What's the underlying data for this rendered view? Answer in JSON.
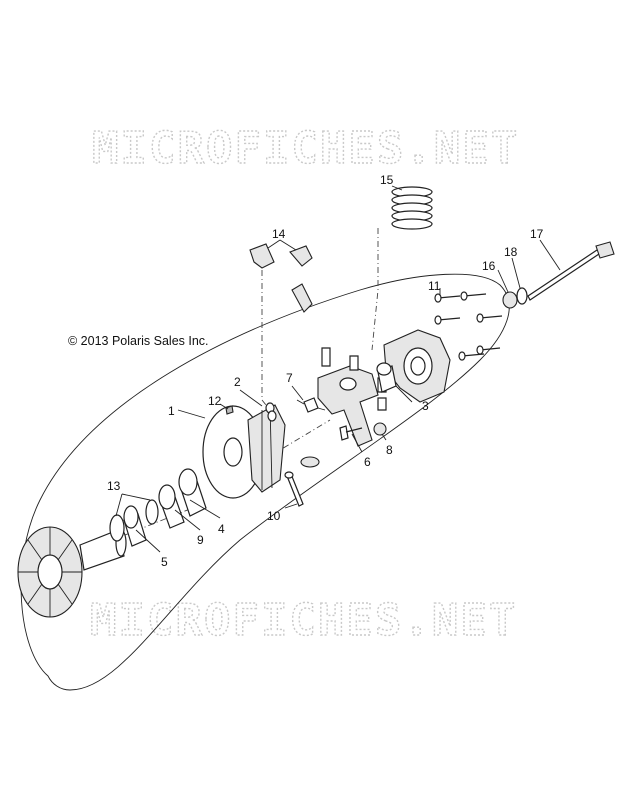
{
  "watermark": {
    "top": "MICROFICHES.NET",
    "bottom": "MICROFICHES.NET"
  },
  "copyright": "© 2013 Polaris Sales Inc.",
  "callouts": {
    "c1": "1",
    "c2": "2",
    "c3": "3",
    "c4": "4",
    "c5": "5",
    "c6": "6",
    "c7": "7",
    "c8": "8",
    "c9": "9",
    "c10": "10",
    "c11": "11",
    "c12": "12",
    "c13": "13",
    "c14": "14",
    "c15": "15",
    "c16": "16",
    "c17": "17",
    "c18": "18"
  }
}
